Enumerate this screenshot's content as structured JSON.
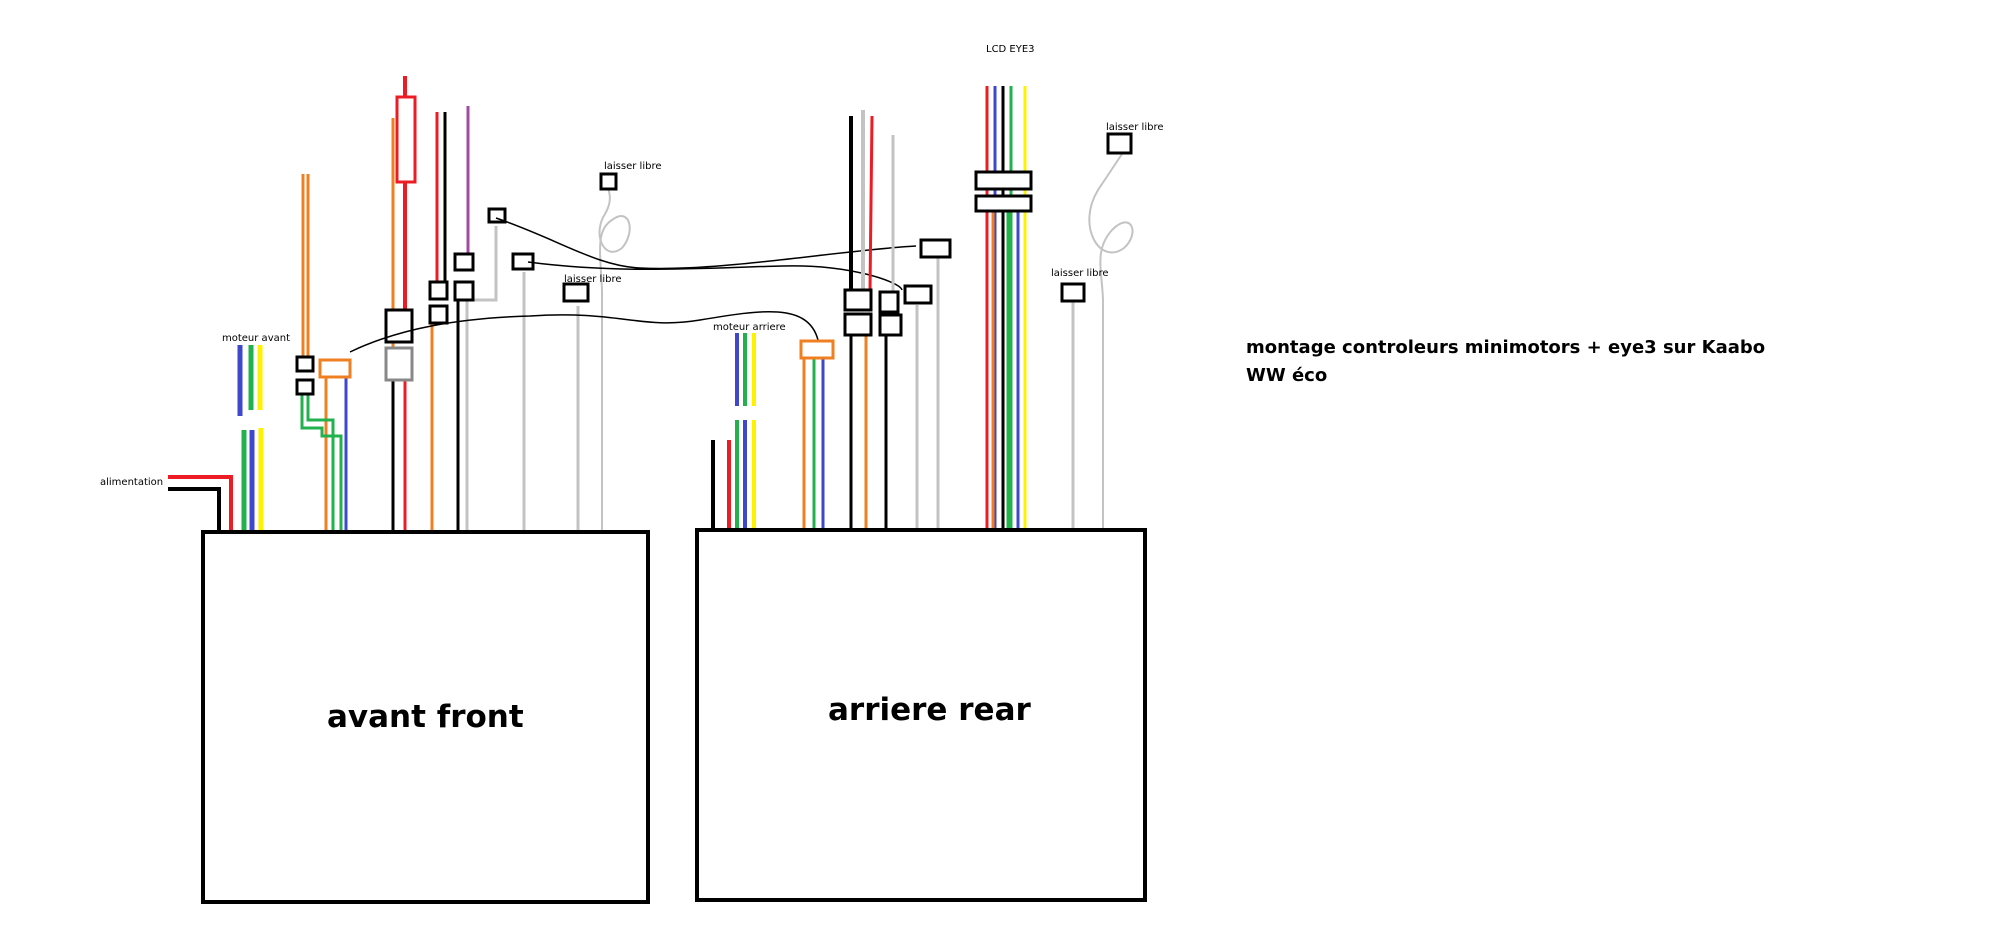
{
  "labels": {
    "lcd": "LCD EYE3",
    "laisser_libre": "laisser libre",
    "moteur_avant": "moteur avant",
    "moteur_arriere": "moteur arriere",
    "alimentation": "alimentation"
  },
  "controllers": {
    "front": "avant front",
    "rear": "arriere rear"
  },
  "caption": "montage controleurs minimotors + eye3 sur Kaabo WW éco",
  "colors": {
    "red": "#ed1c24",
    "black": "#000000",
    "orange": "#f07f22",
    "green": "#22b14c",
    "blue": "#3f48cc",
    "yellow": "#fff200",
    "purple": "#a349a4",
    "gray": "#c3c3c3"
  }
}
